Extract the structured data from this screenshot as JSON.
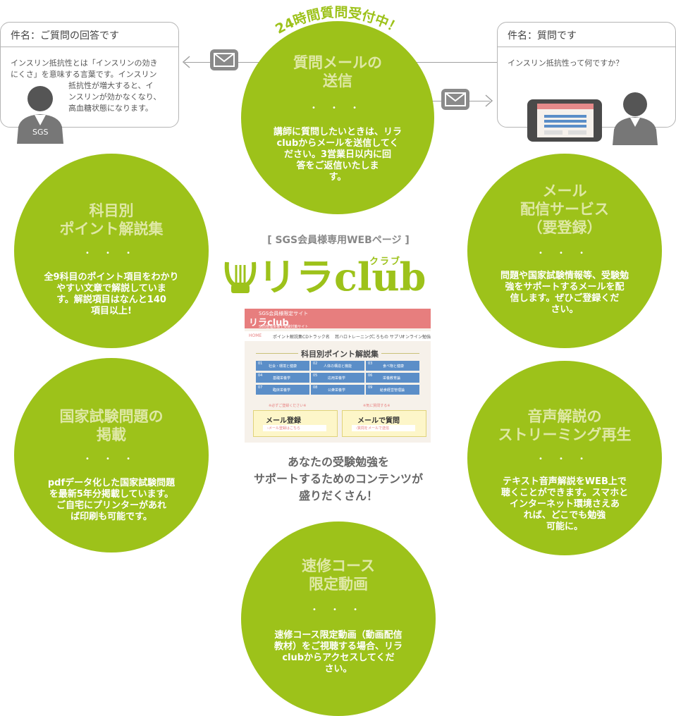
{
  "top_badge": "24時間質問受付中！",
  "left_box": {
    "subject": "件名：ご質問の回答です",
    "lines": [
      "インスリン抵抗性とは「インスリンの効き",
      "にくさ」を意味する言葉です。インスリン",
      "抵抗性が増大すると、イ",
      "ンスリンが効かなくなり、",
      "高血糖状態になります。"
    ],
    "avatar_label": "SGS"
  },
  "right_box": {
    "subject": "件名：質問です",
    "line": "インスリン抵抗性って何ですか？"
  },
  "circles": {
    "send": {
      "title": [
        "質問メールの",
        "送信"
      ],
      "dots": "• • •",
      "desc": [
        "講師に質問したいときは、リラ",
        "clubからメールを送信してく",
        "ださい。3営業日以内に回",
        "答をご返信いたしま",
        "す。"
      ]
    },
    "points": {
      "title": [
        "科目別",
        "ポイント解説集"
      ],
      "dots": "• • •",
      "desc": [
        "全9科目のポイント項目をわかり",
        "やすい文章で解説していま",
        "す。解説項目はなんと140",
        "項目以上!"
      ]
    },
    "mail": {
      "title": [
        "メール",
        "配信サービス",
        "（要登録）"
      ],
      "dots": "• • •",
      "desc": [
        "問題や国家試験情報等、受験勉",
        "強をサポートするメールを配",
        "信します。ぜひご登録くだ",
        "さい。"
      ]
    },
    "exam": {
      "title": [
        "国家試験問題の",
        "掲載"
      ],
      "dots": "• • •",
      "desc": [
        "pdfデータ化した国家試験問題",
        "を最新5年分掲載しています。",
        "ご自宅にプリンターがあれ",
        "ば印刷も可能です。"
      ]
    },
    "audio": {
      "title": [
        "音声解説の",
        "ストリーミング再生"
      ],
      "dots": "• • •",
      "desc": [
        "テキスト音声解説をWEB上で",
        "聴くことができます。スマホと",
        "インターネット環境さえあ",
        "れば、どこでも勉強",
        "可能に。"
      ]
    },
    "video": {
      "title": [
        "速修コース",
        "限定動画"
      ],
      "dots": "• • •",
      "desc": [
        "速修コース限定動画（動画配信",
        "教材）をご視聴する場合、リラ",
        "clubからアクセスしてくだ",
        "さい。"
      ]
    }
  },
  "center": {
    "members_label": "[ SGS会員様専用WEBページ ]",
    "logo_main": "リラclub",
    "logo_ruby": "クラブ",
    "caption": [
      "あなたの受験勉強を",
      "サポートするためのコンテンツが",
      "盛りだくさん！"
    ]
  },
  "screenshot": {
    "site_small": "SGS会員様限定サイト",
    "logo": "リラclub",
    "logo_sub": "SGS管理栄養士受験対策サイト",
    "nav": [
      "HOME",
      "ポイント解説集",
      "CDトラック名",
      "耳ハロトレーニング",
      "ころもの サプリ",
      "オンライン勉強会"
    ],
    "section_title": "科目別ポイント解説集",
    "cells": [
      {
        "num": "01",
        "label": "社会・環境と健康"
      },
      {
        "num": "02",
        "label": "人体の構造と機能"
      },
      {
        "num": "03",
        "label": "食べ物と健康"
      },
      {
        "num": "04",
        "label": "基礎栄養学"
      },
      {
        "num": "05",
        "label": "応用栄養学"
      },
      {
        "num": "06",
        "label": "栄養教育論"
      },
      {
        "num": "07",
        "label": "臨床栄養学"
      },
      {
        "num": "08",
        "label": "公衆栄養学"
      },
      {
        "num": "09",
        "label": "給食経営管理論"
      }
    ],
    "left_note": "※必ずご登録ください※",
    "right_note": "※気に質問する※",
    "btn_reg": "メール登録",
    "btn_reg_sub": "›メール登録はこちら",
    "btn_ask": "メールで質問",
    "btn_ask_sub": "›質問をメールで送信"
  },
  "colors": {
    "green": "#9dc21a",
    "title_green": "#dfe8a6",
    "gray": "#8a8a8a"
  }
}
